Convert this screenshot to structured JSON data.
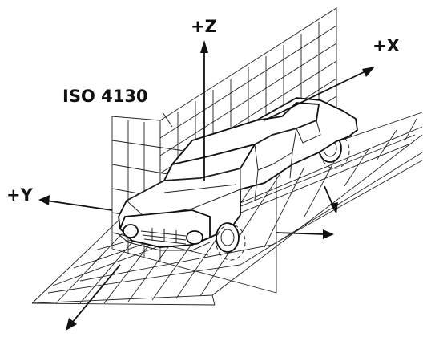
{
  "diagram": {
    "standard_label": "ISO 4130",
    "axes": {
      "z_label": "+Z",
      "x_label": "+X",
      "y_label": "+Y"
    },
    "colors": {
      "ink": "#111111",
      "background": "#ffffff"
    }
  }
}
